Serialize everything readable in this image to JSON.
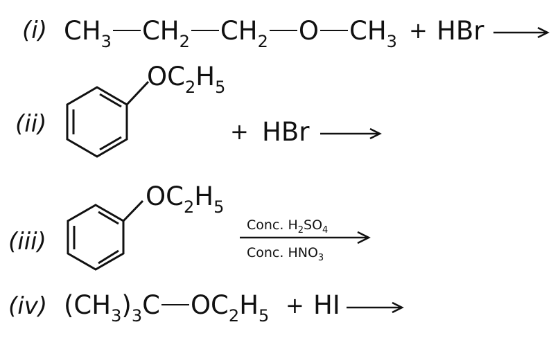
{
  "reactions": [
    {
      "label": "(i)",
      "reactant_parts": [
        "CH",
        "3",
        "CH",
        "2",
        "CH",
        "2",
        "O",
        "CH",
        "3"
      ],
      "plus": "+",
      "reagent": "HBr"
    },
    {
      "label": "(ii)",
      "substituent": {
        "pre": "OC",
        "sub1": "2",
        "mid": "H",
        "sub2": "5"
      },
      "plus": "+",
      "reagent": "HBr"
    },
    {
      "label": "(iii)",
      "substituent": {
        "pre": "OC",
        "sub1": "2",
        "mid": "H",
        "sub2": "5"
      },
      "above_arrow": {
        "pre": "Conc. H",
        "sub1": "2",
        "mid": "SO",
        "sub2": "4"
      },
      "below_arrow": {
        "pre": "Conc. HNO",
        "sub1": "3"
      }
    },
    {
      "label": "(iv)",
      "reactant_parts": [
        "(CH",
        "3",
        ")",
        "3",
        "C",
        "OC",
        "2",
        "H",
        "5"
      ],
      "plus": "+",
      "reagent": "HI"
    }
  ]
}
